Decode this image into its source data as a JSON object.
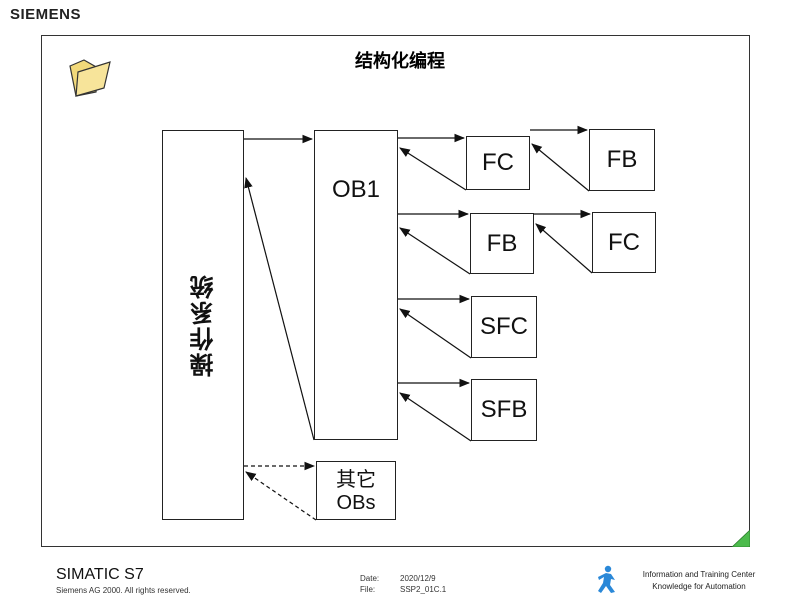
{
  "brand": "SIEMENS",
  "title": "结构化编程",
  "diagram": {
    "operating_system": "操作系统",
    "ob1": "OB1",
    "fc_1": "FC",
    "fb_1": "FB",
    "fb_2": "FB",
    "fc_2": "FC",
    "sfc": "SFC",
    "sfb": "SFB",
    "other_obs_line1": "其它",
    "other_obs_line2": "OBs"
  },
  "footer": {
    "product": "SIMATIC S7",
    "copyright": "Siemens AG 2000. All rights reserved.",
    "date_label": "Date:",
    "date_value": "2020/12/9",
    "file_label": "File:",
    "file_value": "SSP2_01C.1",
    "org_line1": "Information and Training Center",
    "org_line2": "Knowledge for Automation"
  },
  "colors": {
    "folder": "#f2d97a",
    "corner": "#4cbb4c",
    "logo": "#2a88d8"
  },
  "icons": [
    "folder-icon",
    "training-center-logo-icon",
    "corner-marker-icon"
  ]
}
